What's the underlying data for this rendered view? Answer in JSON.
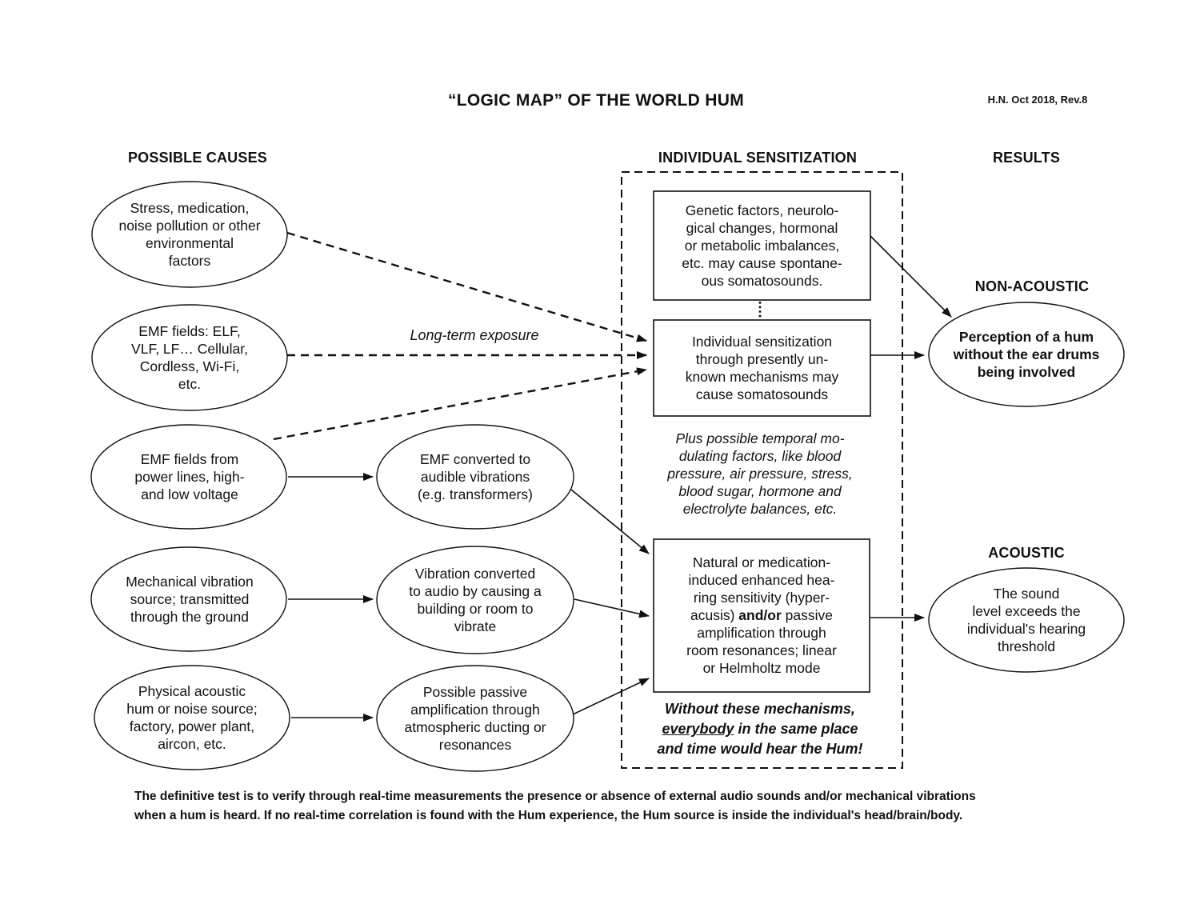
{
  "title": "“LOGIC MAP” OF THE WORLD HUM",
  "revision": "H.N. Oct 2018, Rev.8",
  "colors": {
    "ink": "#111111",
    "background": "#ffffff"
  },
  "headers": {
    "left": "POSSIBLE CAUSES",
    "center": "INDIVIDUAL SENSITIZATION",
    "right": "RESULTS"
  },
  "causes": [
    {
      "label": "Stress, medication,\nnoise pollution or other\nenvironmental\nfactors"
    },
    {
      "label": "EMF fields: ELF,\nVLF, LF… Cellular,\nCordless, Wi-Fi,\netc."
    },
    {
      "label": "EMF fields from\npower lines, high-\nand low voltage"
    },
    {
      "label": "Mechanical vibration\nsource; transmitted\nthrough the ground"
    },
    {
      "label": "Physical acoustic\nhum or noise source;\nfactory, power plant,\naircon, etc."
    }
  ],
  "converters": [
    {
      "label": "EMF converted to\naudible vibrations\n(e.g. transformers)"
    },
    {
      "label": "Vibration converted\nto audio by causing a\nbuilding or room to\nvibrate"
    },
    {
      "label": "Possible passive\namplification through\natmospheric ducting or\nresonances"
    }
  ],
  "exposure_label": "Long-term exposure",
  "sensitization": {
    "genetic_box": "Genetic factors, neurolo-\ngical changes, hormonal\nor metabolic imbalances,\netc. may cause spontane-\nous somatosounds.",
    "individual_box": "Individual sensitization\nthrough presently un-\nknown mechanisms may\ncause somatosounds",
    "temporal_note": "Plus possible temporal mo-\ndulating factors, like blood\npressure, air pressure, stress,\nblood sugar, hormone and\nelectrolyte balances, etc.",
    "hearing_box": {
      "part1": "Natural or medication-\ninduced enhanced hea-\nring sensitivity (hyper-\nacusis) ",
      "bold": "and/or",
      "part2": " passive\namplification through\nroom resonances; linear\nor Helmholtz mode"
    },
    "without_note": {
      "part1": "Without these mechanisms,\n",
      "underlined": "everybody",
      "part2": " in the same place\nand time would hear the Hum!"
    }
  },
  "results": {
    "non_acoustic": {
      "label": "NON-ACOUSTIC",
      "ellipse": "Perception of a hum\nwithout the ear drums\nbeing involved"
    },
    "acoustic": {
      "label": "ACOUSTIC",
      "ellipse": "The sound\nlevel exceeds the\nindividual's hearing\nthreshold"
    }
  },
  "footnote": "The definitive test is to verify through real-time measurements the presence or absence of external audio sounds and/or mechanical vibrations\nwhen a hum is heard. If no real-time correlation is found with the Hum experience, the Hum source is inside the individual's head/brain/body."
}
